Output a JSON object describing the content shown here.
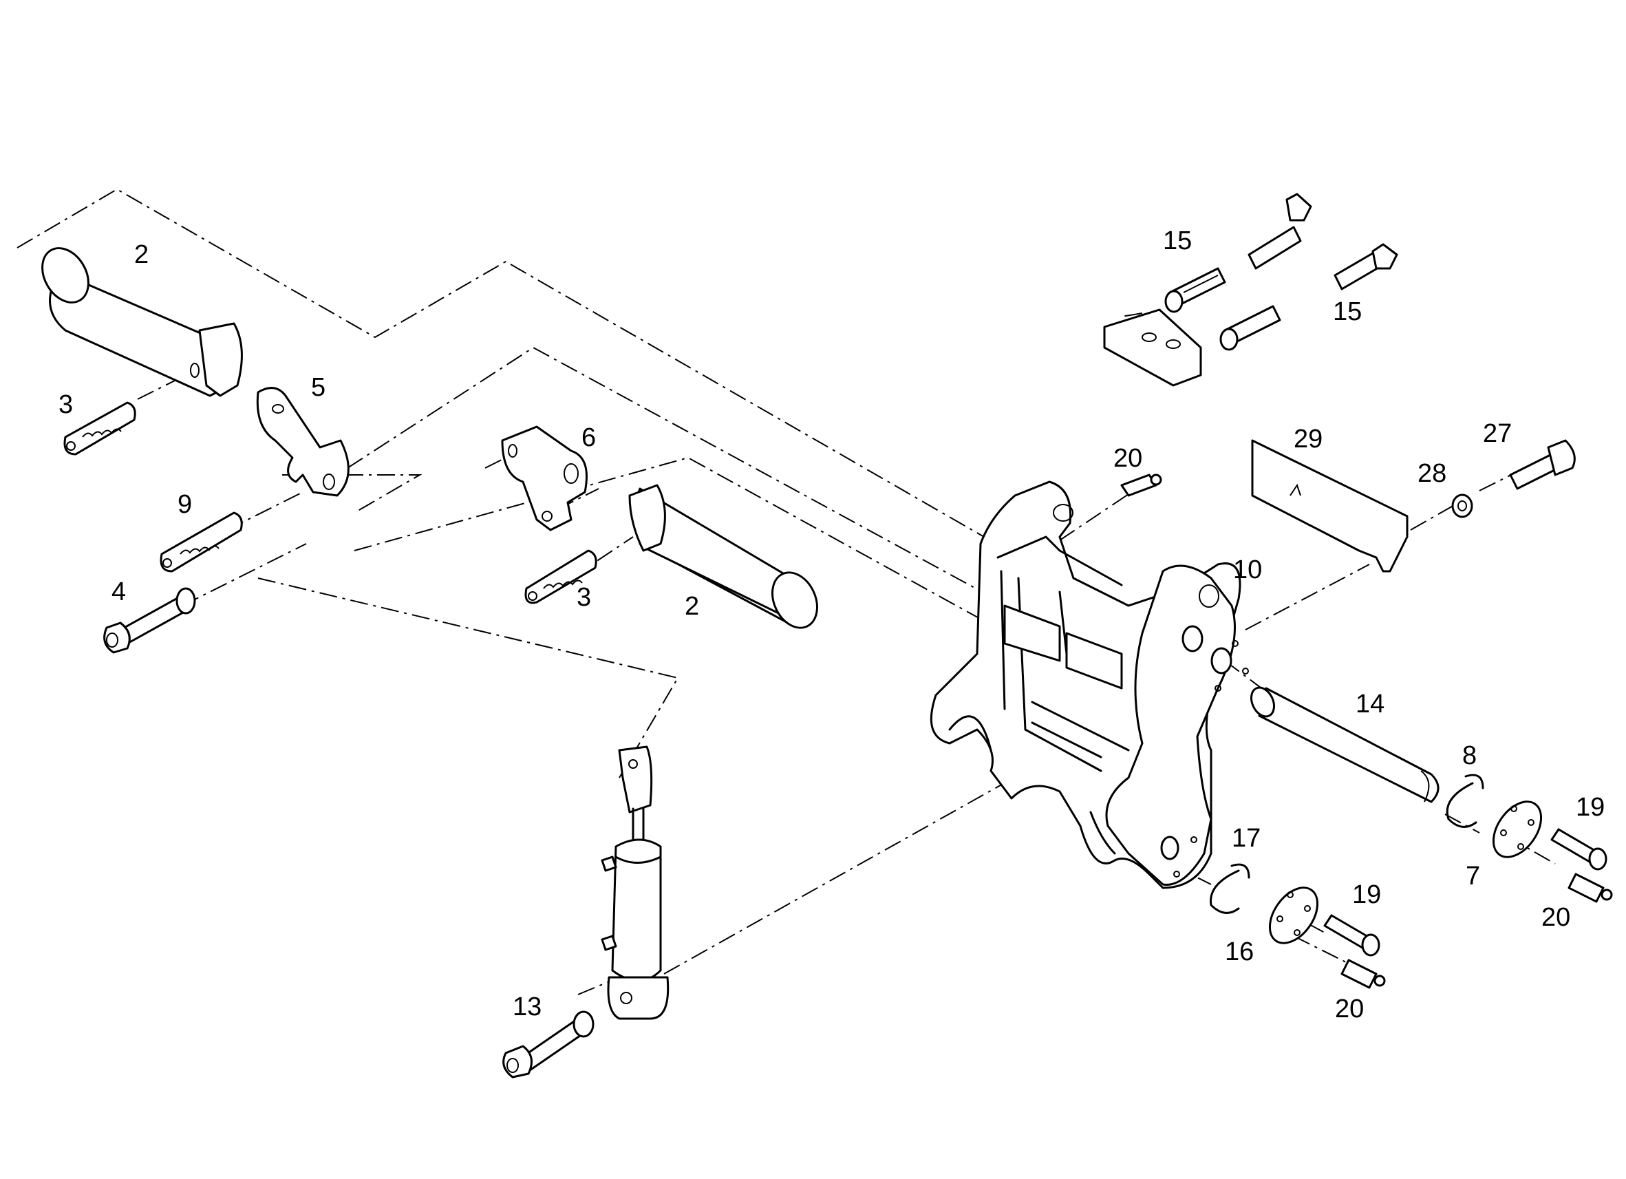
{
  "callouts": [
    {
      "id": "c-2a",
      "label": "2"
    },
    {
      "id": "c-3a",
      "label": "3"
    },
    {
      "id": "c-5",
      "label": "5"
    },
    {
      "id": "c-9",
      "label": "9"
    },
    {
      "id": "c-4",
      "label": "4"
    },
    {
      "id": "c-6",
      "label": "6"
    },
    {
      "id": "c-3b",
      "label": "3"
    },
    {
      "id": "c-2b",
      "label": "2"
    },
    {
      "id": "c-15a",
      "label": "15"
    },
    {
      "id": "c-15b",
      "label": "15"
    },
    {
      "id": "c-20a",
      "label": "20"
    },
    {
      "id": "c-29",
      "label": "29"
    },
    {
      "id": "c-28",
      "label": "28"
    },
    {
      "id": "c-27",
      "label": "27"
    },
    {
      "id": "c-10",
      "label": "10"
    },
    {
      "id": "c-14",
      "label": "14"
    },
    {
      "id": "c-8",
      "label": "8"
    },
    {
      "id": "c-19a",
      "label": "19"
    },
    {
      "id": "c-7",
      "label": "7"
    },
    {
      "id": "c-20b",
      "label": "20"
    },
    {
      "id": "c-17",
      "label": "17"
    },
    {
      "id": "c-19b",
      "label": "19"
    },
    {
      "id": "c-16",
      "label": "16"
    },
    {
      "id": "c-20c",
      "label": "20"
    },
    {
      "id": "c-13",
      "label": "13"
    }
  ]
}
